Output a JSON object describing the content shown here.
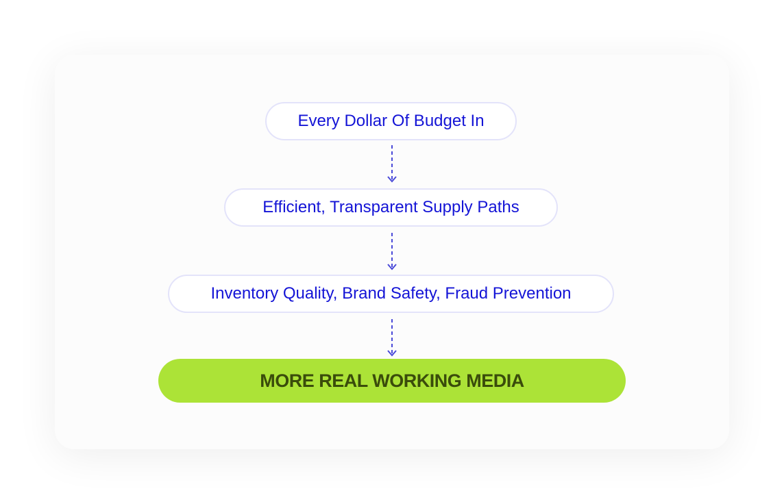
{
  "flow": {
    "steps": [
      "Every Dollar Of Budget In",
      "Efficient, Transparent Supply Paths",
      "Inventory Quality, Brand Safety, Fraud Prevention"
    ],
    "result": "MORE REAL WORKING MEDIA"
  },
  "colors": {
    "step_text": "#1414d6",
    "step_border": "#e3e3fa",
    "arrow": "#4a4ad8",
    "result_background": "#ace337",
    "result_text": "#3a4c0b"
  }
}
